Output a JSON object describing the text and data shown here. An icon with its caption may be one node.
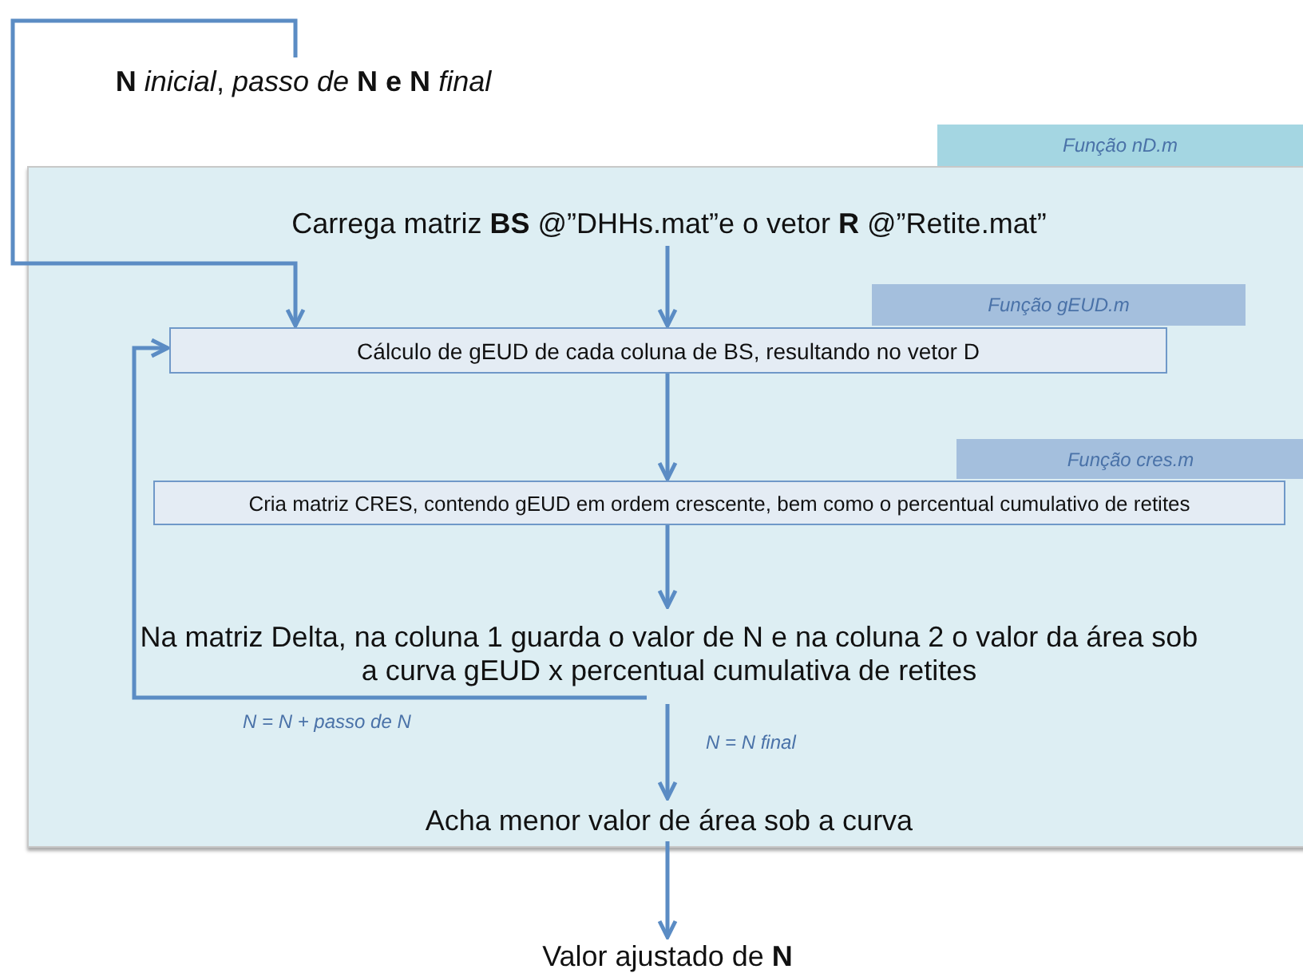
{
  "diagram": {
    "nodes": [
      {
        "text": [
          "**N** *inicial*, *passo de* **N e N** *final*"
        ]
      },
      {
        "text": [],
        "shape": "box"
      },
      {
        "text": [
          "Função nD.m"
        ]
      },
      {
        "text": [
          "Carrega matriz **BS** @”DHHs.mat”e o vetor **R** @”Retite.mat”"
        ],
        "in": 1
      },
      {
        "text": [
          "Função gEUD.m"
        ],
        "in": 1
      },
      {
        "text": [
          "Cálculo de gEUD de cada coluna de BS, resultando no vetor D"
        ],
        "in": 1
      },
      {
        "text": [
          "Função cres.m"
        ],
        "in": 1
      },
      {
        "text": [
          "Cria matriz CRES, contendo gEUD em ordem crescente, bem como o percentual cumulativo de retites"
        ],
        "in": 1
      },
      {
        "text": [
          "Na matriz Delta, na coluna 1 guarda o valor de N e na coluna 2 o valor da área sob a curva gEUD x percentual cumulativa de retites"
        ],
        "in": 1
      },
      {
        "text": [
          "Acha menor valor de área sob a curva"
        ],
        "in": 1
      },
      {
        "text": [
          "Valor ajustado de **N**"
        ]
      }
    ],
    "edges": [
      {
        "from": 0,
        "to": 5,
        "arrow": "to"
      },
      {
        "from": 3,
        "to": 5,
        "arrow": "to"
      },
      {
        "from": 5,
        "to": 7,
        "arrow": "to"
      },
      {
        "from": 7,
        "to": 8,
        "arrow": "to"
      },
      {
        "from": 8,
        "to": 5,
        "arrow": "to",
        "label": "N = N + passo de N"
      },
      {
        "from": 8,
        "to": 9,
        "arrow": "to",
        "label": "N = N final"
      },
      {
        "from": 9,
        "to": 10,
        "arrow": "to"
      }
    ]
  }
}
